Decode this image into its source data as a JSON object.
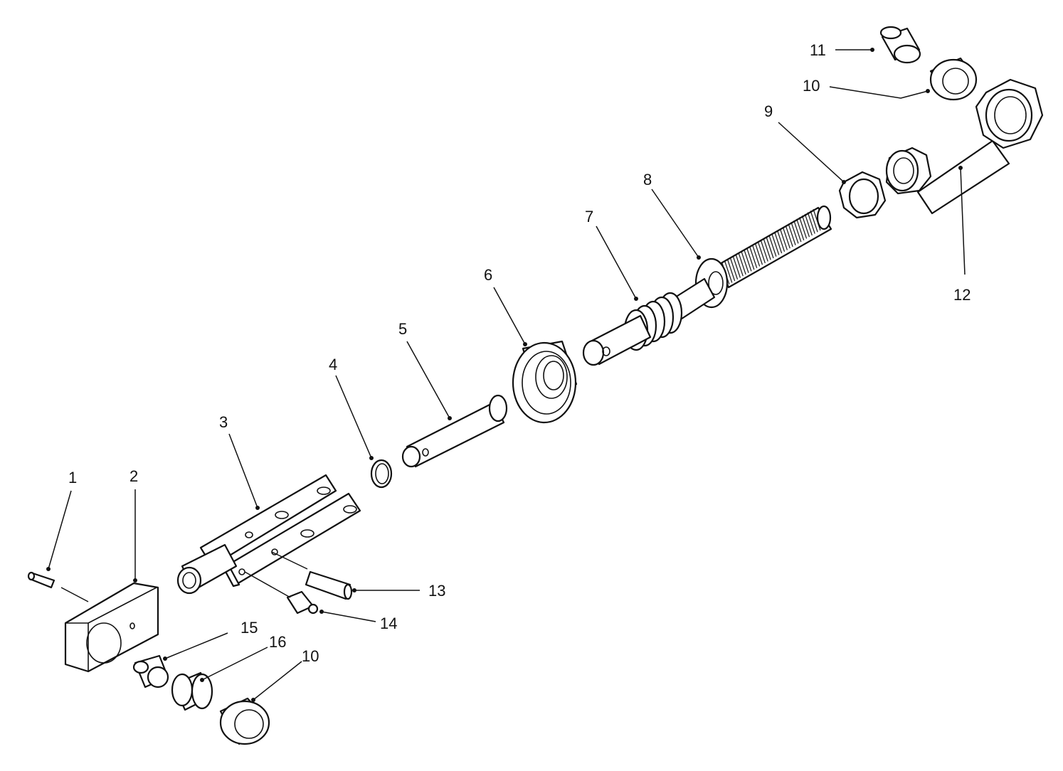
{
  "diagram": {
    "callouts": [
      {
        "id": "c1",
        "label": "1"
      },
      {
        "id": "c2",
        "label": "2"
      },
      {
        "id": "c3",
        "label": "3"
      },
      {
        "id": "c4",
        "label": "4"
      },
      {
        "id": "c5",
        "label": "5"
      },
      {
        "id": "c6",
        "label": "6"
      },
      {
        "id": "c7",
        "label": "7"
      },
      {
        "id": "c8",
        "label": "8"
      },
      {
        "id": "c9",
        "label": "9"
      },
      {
        "id": "c10a",
        "label": "10"
      },
      {
        "id": "c10b",
        "label": "10"
      },
      {
        "id": "c11",
        "label": "11"
      },
      {
        "id": "c12",
        "label": "12"
      },
      {
        "id": "c13",
        "label": "13"
      },
      {
        "id": "c14",
        "label": "14"
      },
      {
        "id": "c15",
        "label": "15"
      },
      {
        "id": "c16",
        "label": "16"
      }
    ]
  }
}
